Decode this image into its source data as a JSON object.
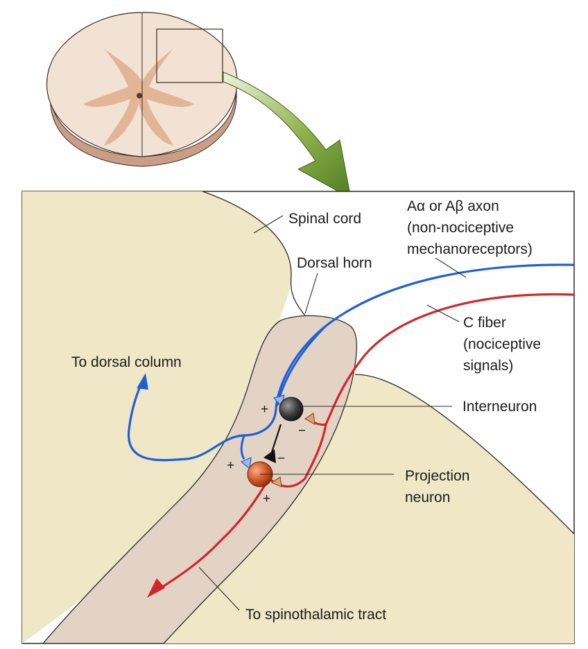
{
  "labels": {
    "spinal_cord": "Spinal cord",
    "dorsal_horn": "Dorsal horn",
    "a_axon_line1": "Aα or Aβ axon",
    "a_axon_line2": "(non-nociceptive",
    "a_axon_line3": "mechanoreceptors)",
    "c_fiber_line1": "C fiber",
    "c_fiber_line2": "(nociceptive",
    "c_fiber_line3": "signals)",
    "to_dorsal_column": "To dorsal column",
    "interneuron": "Interneuron",
    "projection_line1": "Projection",
    "projection_line2": "neuron",
    "to_spinothalamic": "To spinothalamic tract"
  },
  "signs": {
    "a_to_interneuron": "+",
    "c_to_interneuron": "−",
    "interneuron_to_projection": "−",
    "a_to_projection": "+",
    "c_to_projection": "+"
  },
  "colors": {
    "a_fiber": "#1f5fd6",
    "c_fiber": "#d1262a",
    "spinal_cord_fill": "#efe7c6",
    "dorsal_horn_fill": "#e3d3c4",
    "gray_matter": "#e2b497",
    "arrow_green": "#6f9a33"
  }
}
